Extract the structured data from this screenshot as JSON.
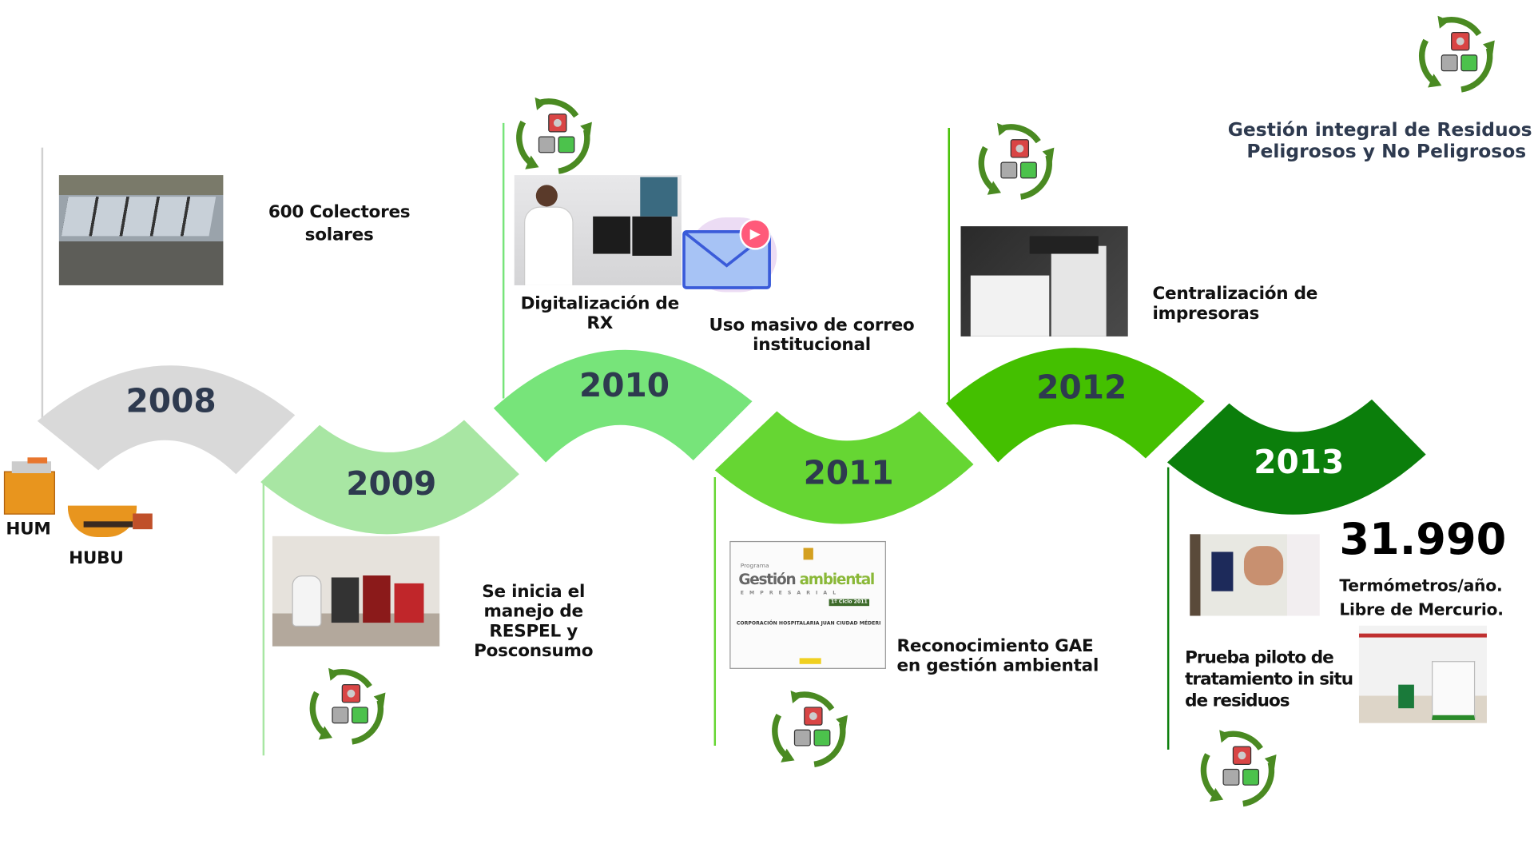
{
  "header": {
    "title_line1": "Gestión integral de Residuos",
    "title_line2": "Peligrosos y No Peligrosos",
    "icon": "recycle-bins-icon"
  },
  "sites": {
    "hum": "HUM",
    "hubu": "HUBU"
  },
  "timeline": [
    {
      "year": "2008",
      "color": "#d9d9d9",
      "text_color": "#2e3a4f",
      "items": [
        "600 Colectores",
        "solares"
      ]
    },
    {
      "year": "2009",
      "color": "#a8e6a3",
      "text_color": "#2e3a4f",
      "items": [
        "Se inicia el",
        "manejo de",
        "RESPEL y",
        "Posconsumo"
      ]
    },
    {
      "year": "2010",
      "color": "#77e47a",
      "text_color": "#2e3a4f",
      "items": [
        "Digitalización de",
        "RX",
        "Uso masivo de correo",
        "institucional"
      ]
    },
    {
      "year": "2011",
      "color": "#66d633",
      "text_color": "#2e3a4f",
      "items": [
        "Reconocimiento GAE",
        "en gestión ambiental"
      ]
    },
    {
      "year": "2012",
      "color": "#44c000",
      "text_color": "#2e3a4f",
      "items": [
        "Centralización de",
        "impresoras"
      ]
    },
    {
      "year": "2013",
      "color": "#0b7e0b",
      "text_color": "#ffffff",
      "items": [
        "31.990",
        "Termómetros/año.",
        "Libre de Mercurio.",
        "Prueba piloto de",
        "tratamiento in situ",
        "de residuos"
      ]
    }
  ],
  "certificate": {
    "program": "Programa",
    "title_a": "Gestión",
    "title_b": "ambiental",
    "subtitle": "E M P R E S A R I A L",
    "cycle": "1º Ciclo 2011",
    "org": "CORPORACIÓN HOSPITALARIA JUAN CIUDAD MÉDERI"
  }
}
